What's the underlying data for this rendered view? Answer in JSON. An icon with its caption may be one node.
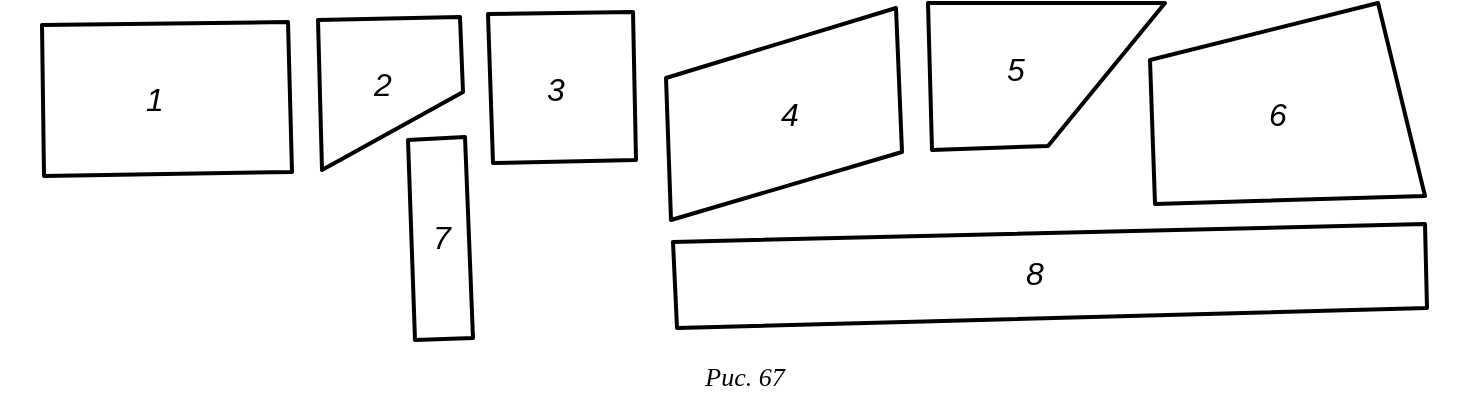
{
  "diagram": {
    "caption": "Рис. 67",
    "nodes": [
      {
        "text": [
          "1"
        ]
      },
      {
        "text": [
          "2"
        ]
      },
      {
        "text": [
          "3"
        ]
      },
      {
        "text": [
          "4"
        ]
      },
      {
        "text": [
          "5"
        ]
      },
      {
        "text": [
          "6"
        ]
      },
      {
        "text": [
          "7"
        ]
      },
      {
        "text": [
          "8"
        ]
      }
    ]
  }
}
